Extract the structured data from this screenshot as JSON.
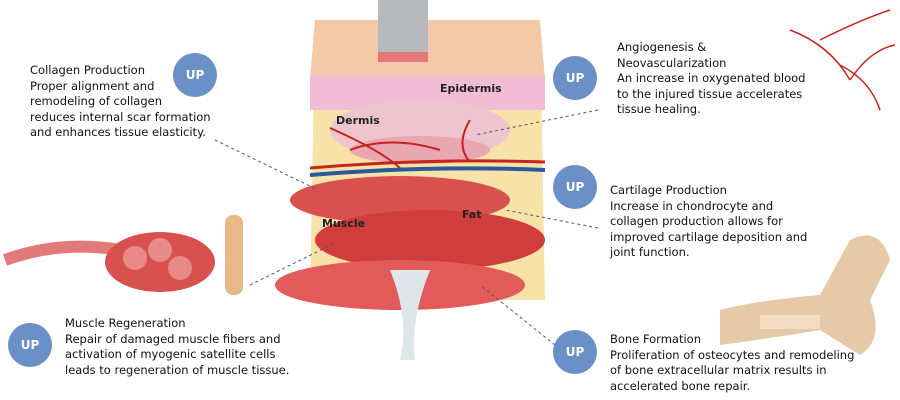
{
  "badge_label": "UP",
  "colors": {
    "badge": "#6b8fc7"
  },
  "tissue_labels": {
    "epidermis": "Epidermis",
    "dermis": "Dermis",
    "muscle": "Muscle",
    "fat": "Fat"
  },
  "effects": [
    {
      "title": "Collagen Production",
      "description": [
        "Proper alignment and",
        "remodeling of collagen",
        "reduces internal scar formation",
        "and enhances tissue elasticity."
      ]
    },
    {
      "title": "Angiogenesis &",
      "title2": "Neovascularization",
      "description": [
        "An increase in oxygenated blood",
        "to the injured tissue accelerates",
        "tissue healing."
      ]
    },
    {
      "title": "Cartilage Production",
      "description": [
        "Increase in chondrocyte and",
        "collagen production allows for",
        "improved cartilage deposition and",
        "joint function."
      ]
    },
    {
      "title": "Muscle Regeneration",
      "description": [
        "Repair of damaged muscle fibers and",
        "activation of myogenic satellite cells",
        "leads to regeneration of muscle tissue."
      ]
    },
    {
      "title": "Bone Formation",
      "description": [
        "Proliferation of osteocytes and remodeling",
        "of bone extracellular matrix results in",
        "accelerated bone repair."
      ]
    }
  ]
}
